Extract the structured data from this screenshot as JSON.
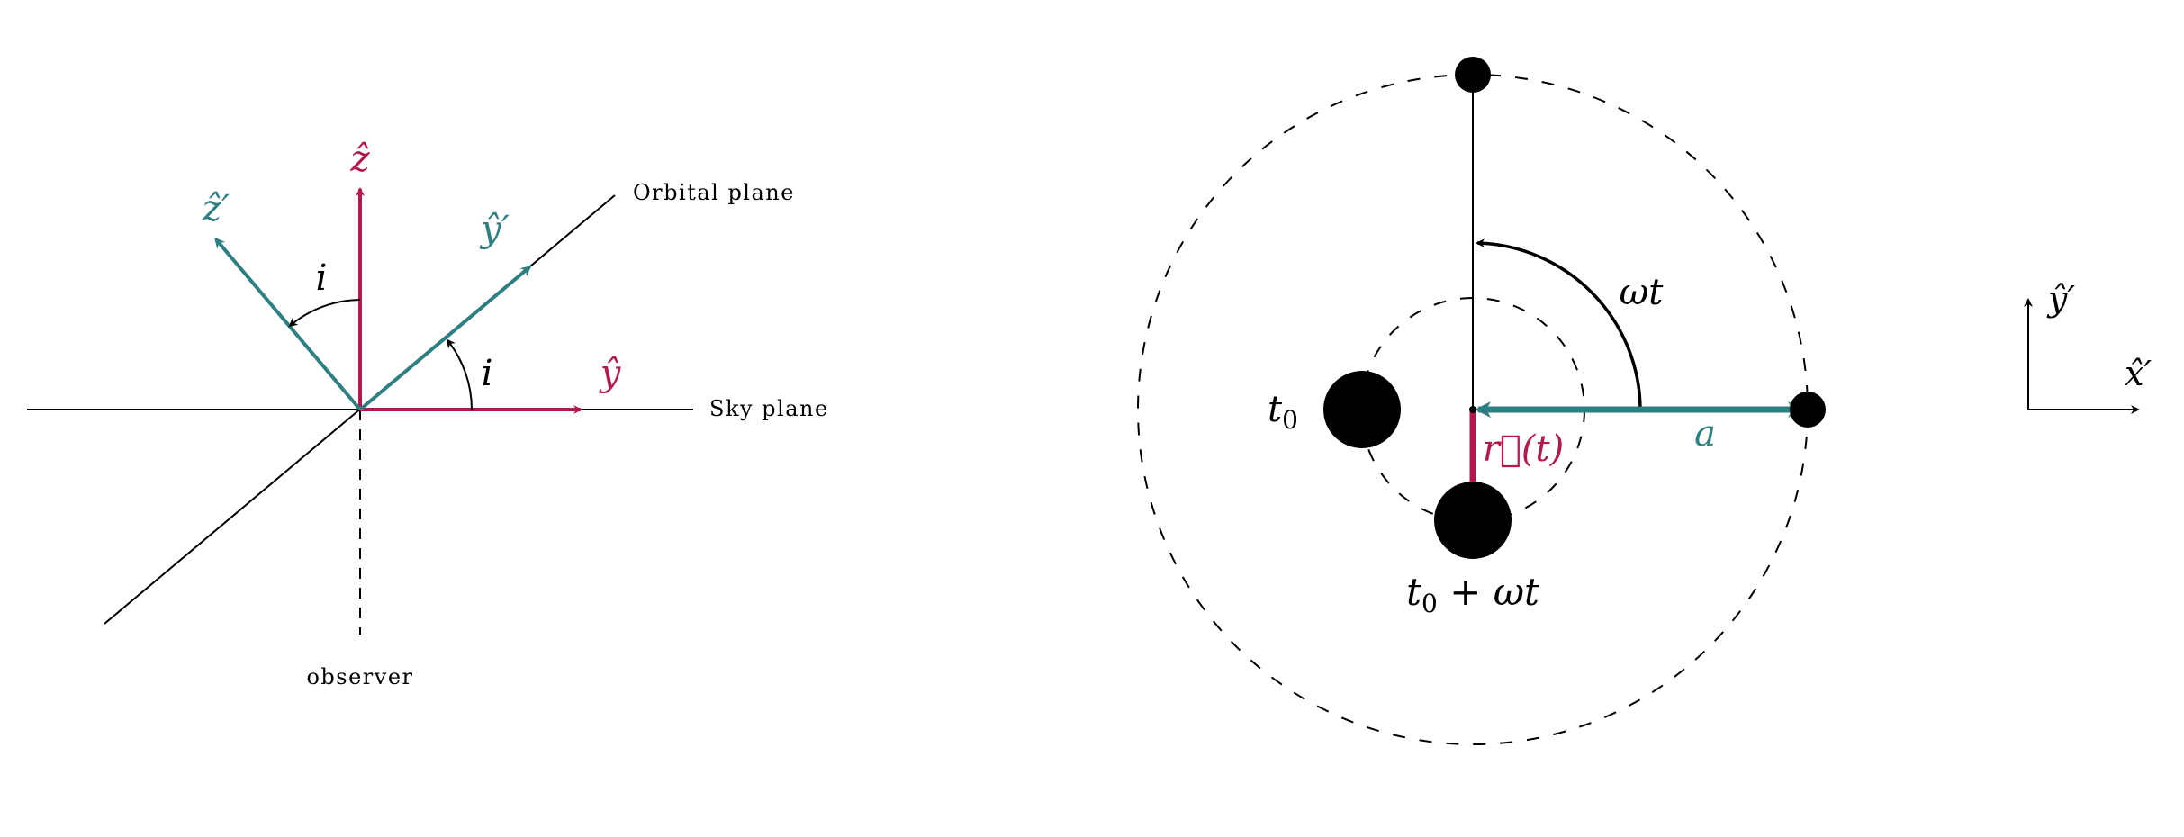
{
  "colors": {
    "crimson": "#b5174f",
    "teal": "#2d7f82",
    "ink": "#000000"
  },
  "left_diagram": {
    "labels": {
      "z_hat": "ẑ",
      "z_prime_hat": "ẑ′",
      "y_prime_hat": "ŷ′",
      "y_hat": "ŷ",
      "angle_i_upper": "i",
      "angle_i_lower": "i",
      "orbital_plane": "Orbital plane",
      "sky_plane": "Sky plane",
      "observer": "observer"
    }
  },
  "right_diagram": {
    "labels": {
      "omega_t": "ωt",
      "t0": "t",
      "t0_sub": "0",
      "t0_plus_omega_t_base": "t",
      "t0_plus_omega_t_sub": "0",
      "t0_plus_omega_t_rest": " + ωt",
      "r_of_t": "r⃗(t)",
      "semi_major_a": "a"
    }
  },
  "axes_inset": {
    "labels": {
      "y_prime_hat": "ŷ′",
      "x_prime_hat": "x̂′"
    }
  }
}
